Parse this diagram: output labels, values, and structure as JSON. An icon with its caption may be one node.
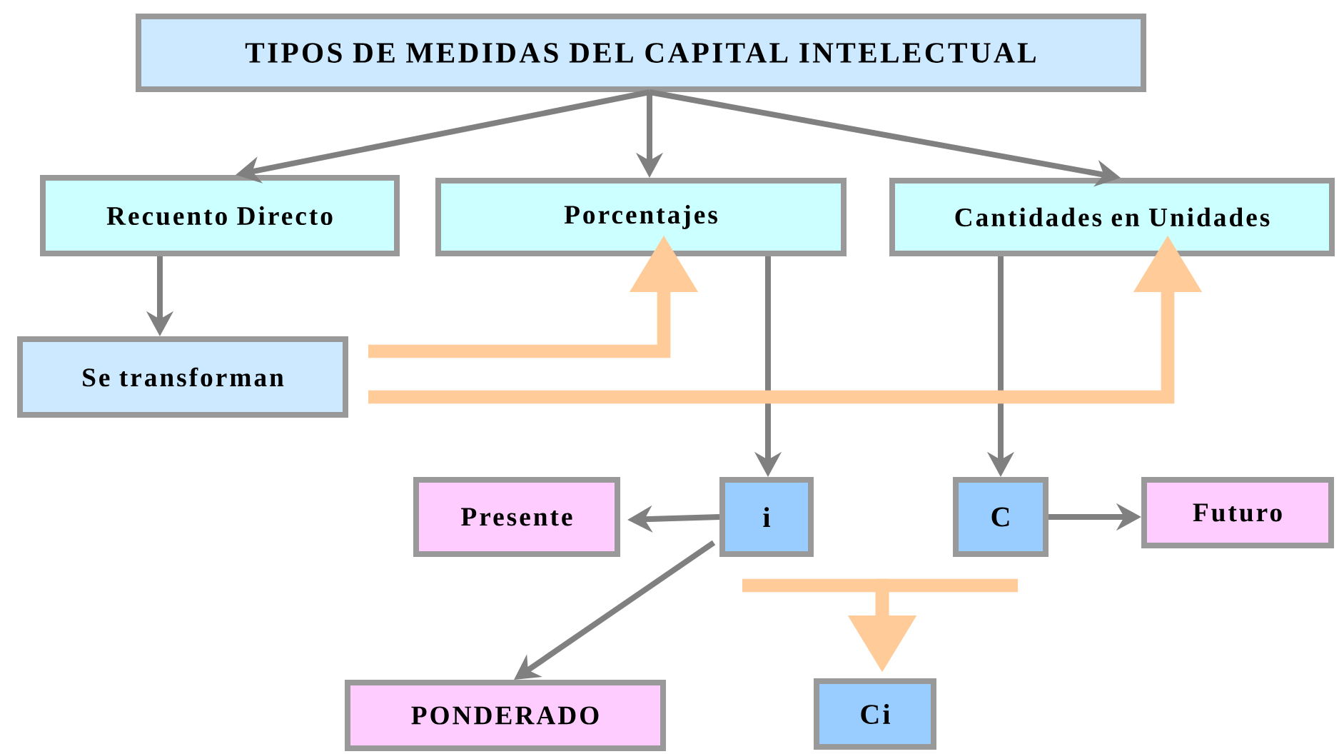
{
  "diagram": {
    "nodes": [
      {
        "text": [
          "TIPOS DE MEDIDAS DEL CAPITAL INTELECTUAL"
        ]
      },
      {
        "text": [
          "Recuento Directo"
        ]
      },
      {
        "text": [
          "Porcentajes"
        ]
      },
      {
        "text": [
          "Cantidades en Unidades"
        ]
      },
      {
        "text": [
          "Se transforman"
        ]
      },
      {
        "text": [
          "Presente"
        ]
      },
      {
        "text": [
          "i"
        ]
      },
      {
        "text": [
          "C"
        ]
      },
      {
        "text": [
          "Futuro"
        ]
      },
      {
        "text": [
          "PONDERADO"
        ]
      },
      {
        "text": [
          "Ci"
        ]
      }
    ],
    "edges": [
      {
        "from": 0,
        "to": 1,
        "arrow": "to"
      },
      {
        "from": 0,
        "to": 2,
        "arrow": "to"
      },
      {
        "from": 0,
        "to": 3,
        "arrow": "to"
      },
      {
        "from": 1,
        "to": 4,
        "arrow": "to"
      },
      {
        "from": 2,
        "to": 6,
        "arrow": "to"
      },
      {
        "from": 3,
        "to": 7,
        "arrow": "to"
      },
      {
        "from": 6,
        "to": 5,
        "arrow": "to"
      },
      {
        "from": 7,
        "to": 8,
        "arrow": "to"
      },
      {
        "from": 6,
        "to": 9,
        "arrow": "to"
      },
      {
        "from": 4,
        "to": 2,
        "arrow": "to",
        "style": "thick",
        "color": "#ffcc99"
      },
      {
        "from": 4,
        "to": 3,
        "arrow": "to",
        "style": "thick",
        "color": "#ffcc99"
      },
      {
        "from": 6,
        "to": 10,
        "arrow": "to",
        "style": "thick",
        "color": "#ffcc99"
      },
      {
        "from": 7,
        "to": 10,
        "arrow": "to",
        "style": "thick",
        "color": "#ffcc99"
      }
    ]
  }
}
